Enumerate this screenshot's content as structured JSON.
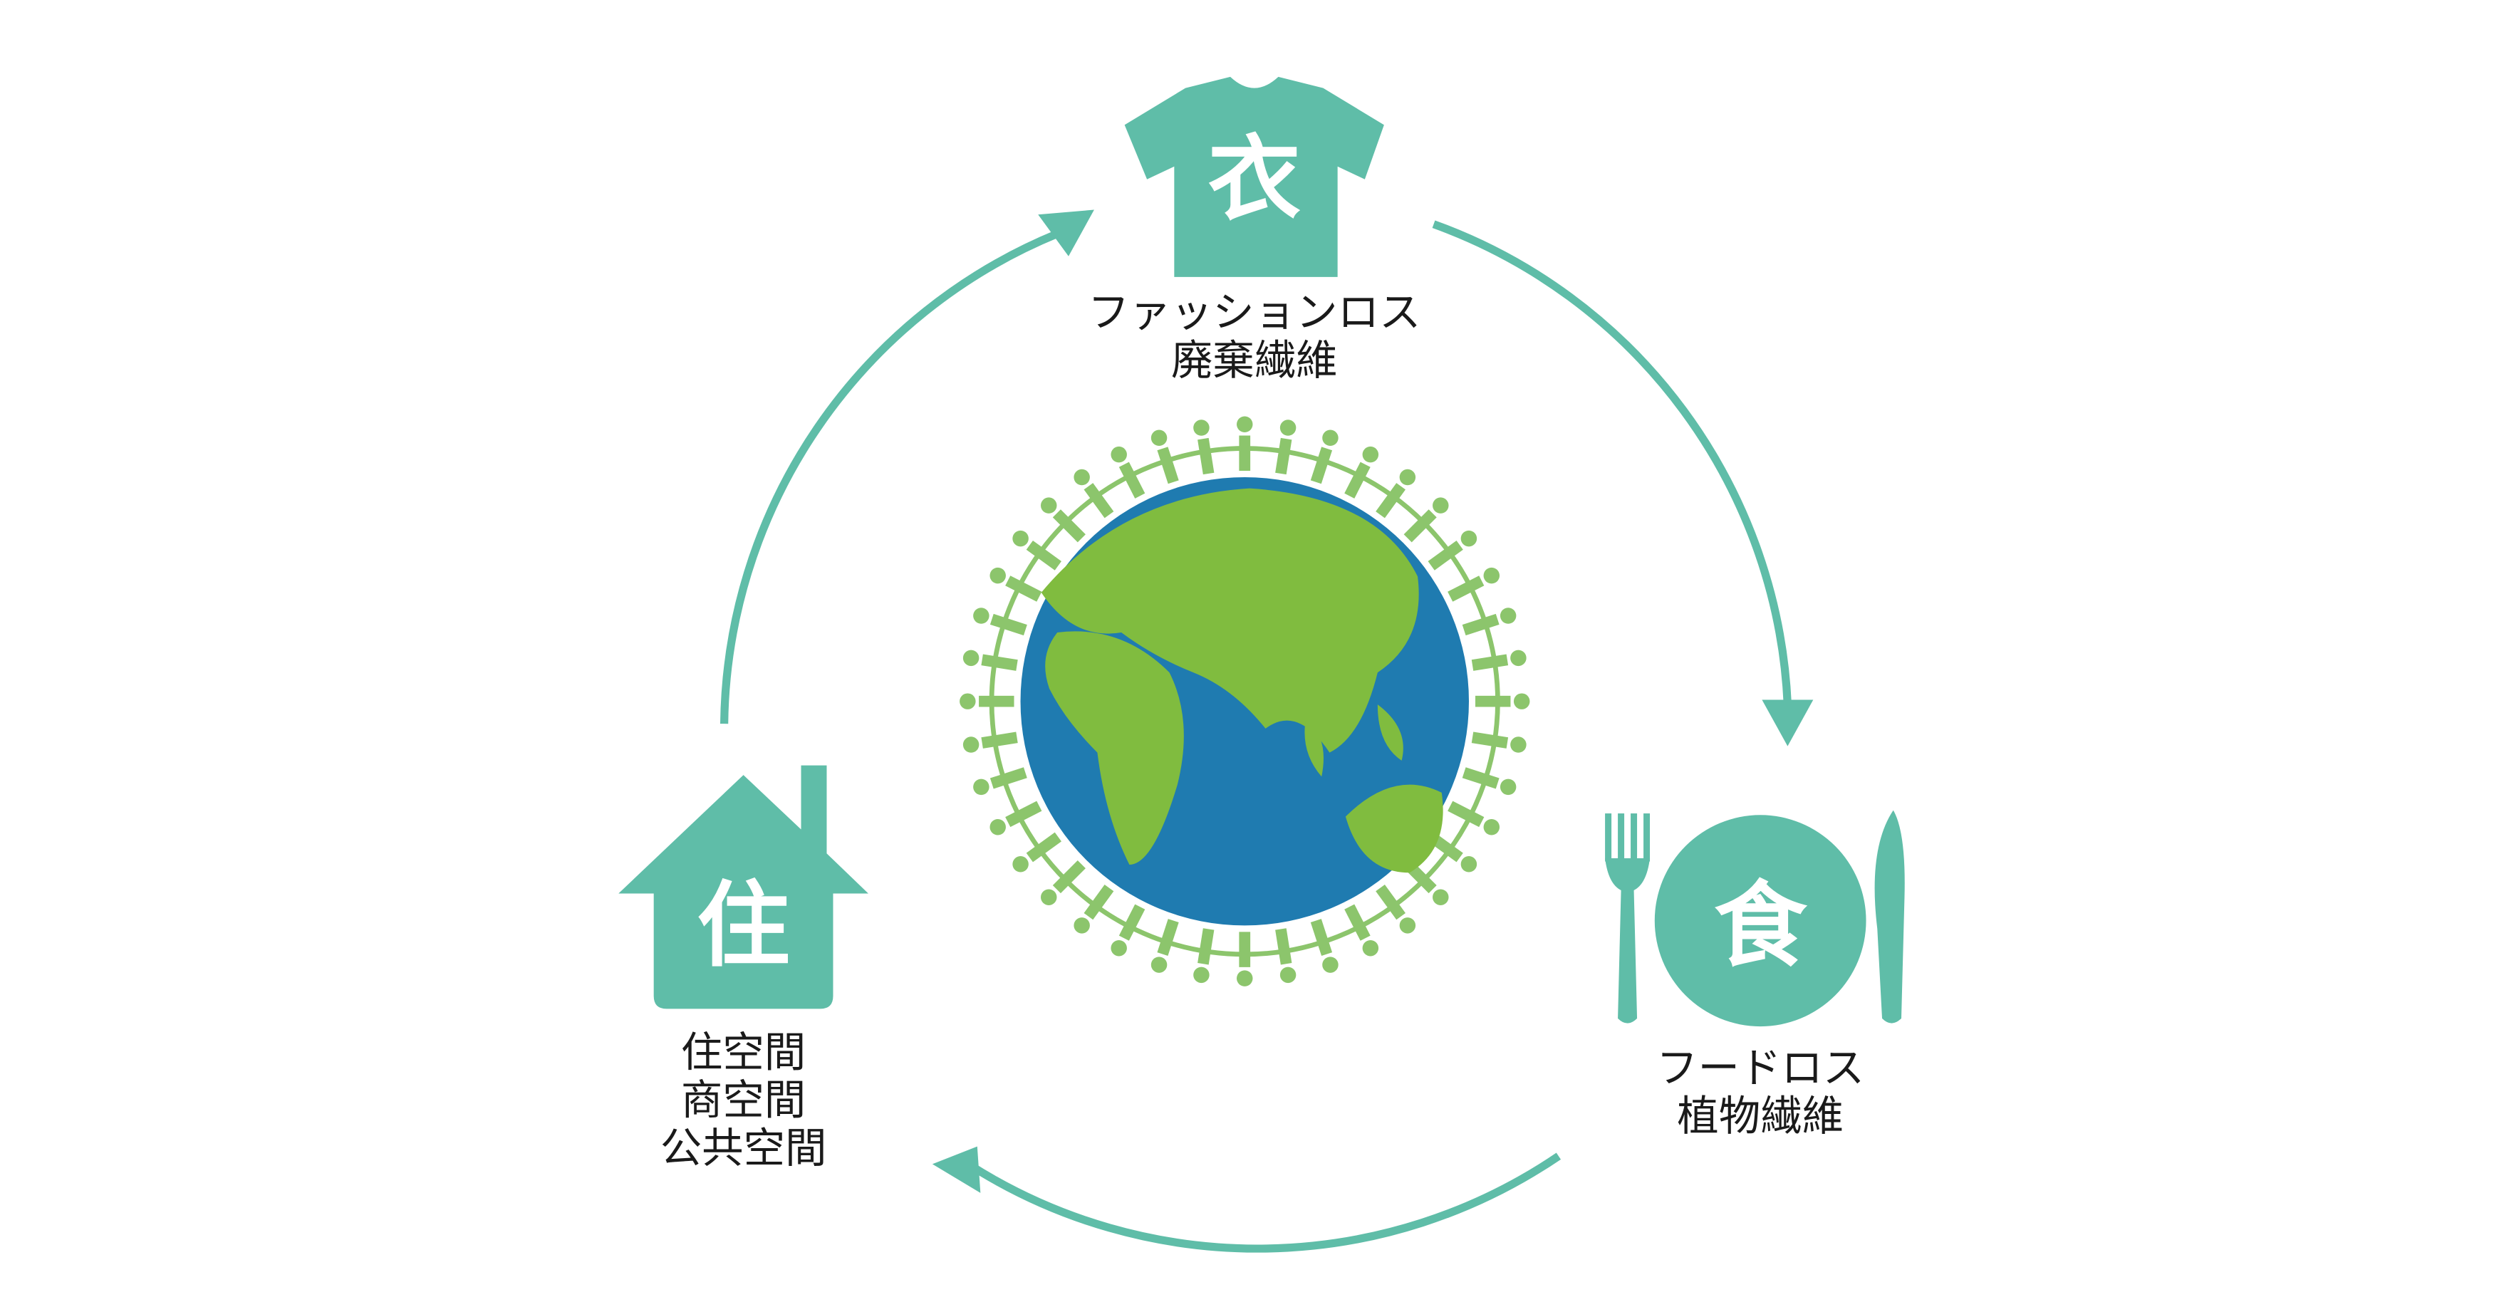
{
  "colors": {
    "teal": "#5fbda8",
    "ocean": "#1f7bb0",
    "land": "#80bc3f",
    "people": "#8cc56c",
    "text": "#1a1a1a"
  },
  "clothing": {
    "icon_char": "衣",
    "lines": [
      "ファッションロス",
      "廃棄繊維"
    ]
  },
  "food": {
    "icon_char": "食",
    "lines": [
      "フードロス",
      "植物繊維"
    ]
  },
  "housing": {
    "icon_char": "住",
    "lines": [
      "住空間",
      "商空間",
      "公共空間"
    ]
  }
}
